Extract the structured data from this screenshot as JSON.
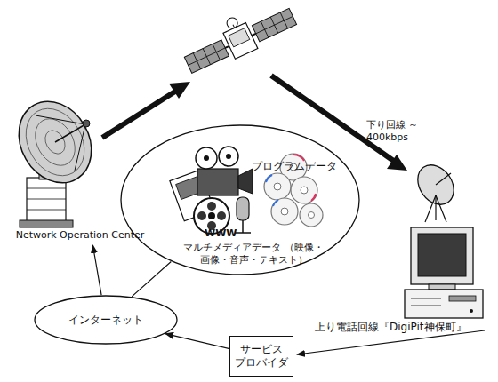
{
  "diagram": {
    "nodes": [
      {
        "text": [
          "Network Operation Center"
        ]
      },
      {
        "text": [
          "プログラムデータ",
          "WWW",
          "マルチメディアデータ （映像・画像・音声・テキスト）"
        ]
      },
      {
        "text": [
          "インターネット"
        ]
      },
      {
        "text": [
          "サービス プロバイダ"
        ]
      }
    ],
    "edges": [
      {
        "from": 3,
        "to": 2,
        "arrow": "to"
      },
      {
        "from": 2,
        "to": 0,
        "arrow": "to"
      },
      {
        "from": 1,
        "to": 2,
        "arrow": "none"
      }
    ],
    "labels": [
      "下り回線 ～400kbps",
      "上り電話回線『DigiPit神保町』"
    ]
  }
}
